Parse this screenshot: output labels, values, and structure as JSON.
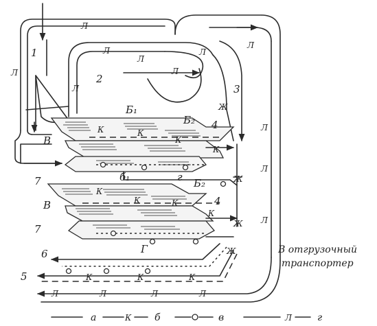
{
  "labels": {
    "b1_top": "Б₁",
    "b2_top": "Б₂",
    "b1_bottom": "б₁",
    "b2_bottom": "Б₂",
    "v_top": "В",
    "v_bottom": "В",
    "g_mid": "г",
    "g_bottom": "Г",
    "num1": "1",
    "num2": "2",
    "num3": "3",
    "num4_top": "4",
    "num4_bottom": "4",
    "num5": "5",
    "num6": "6",
    "num7_top": "7",
    "num7_bottom": "7"
  },
  "pipe_marks": {
    "k": "К",
    "l": "Л",
    "x": "Ж"
  },
  "destination": {
    "line1": "В отгрузочный",
    "line2": "транспортер"
  },
  "legend": [
    {
      "key": "а",
      "sample": ""
    },
    {
      "key": "б",
      "sample": "К"
    },
    {
      "key": "в",
      "sample": "o"
    },
    {
      "key": "г",
      "sample": "Л"
    }
  ]
}
